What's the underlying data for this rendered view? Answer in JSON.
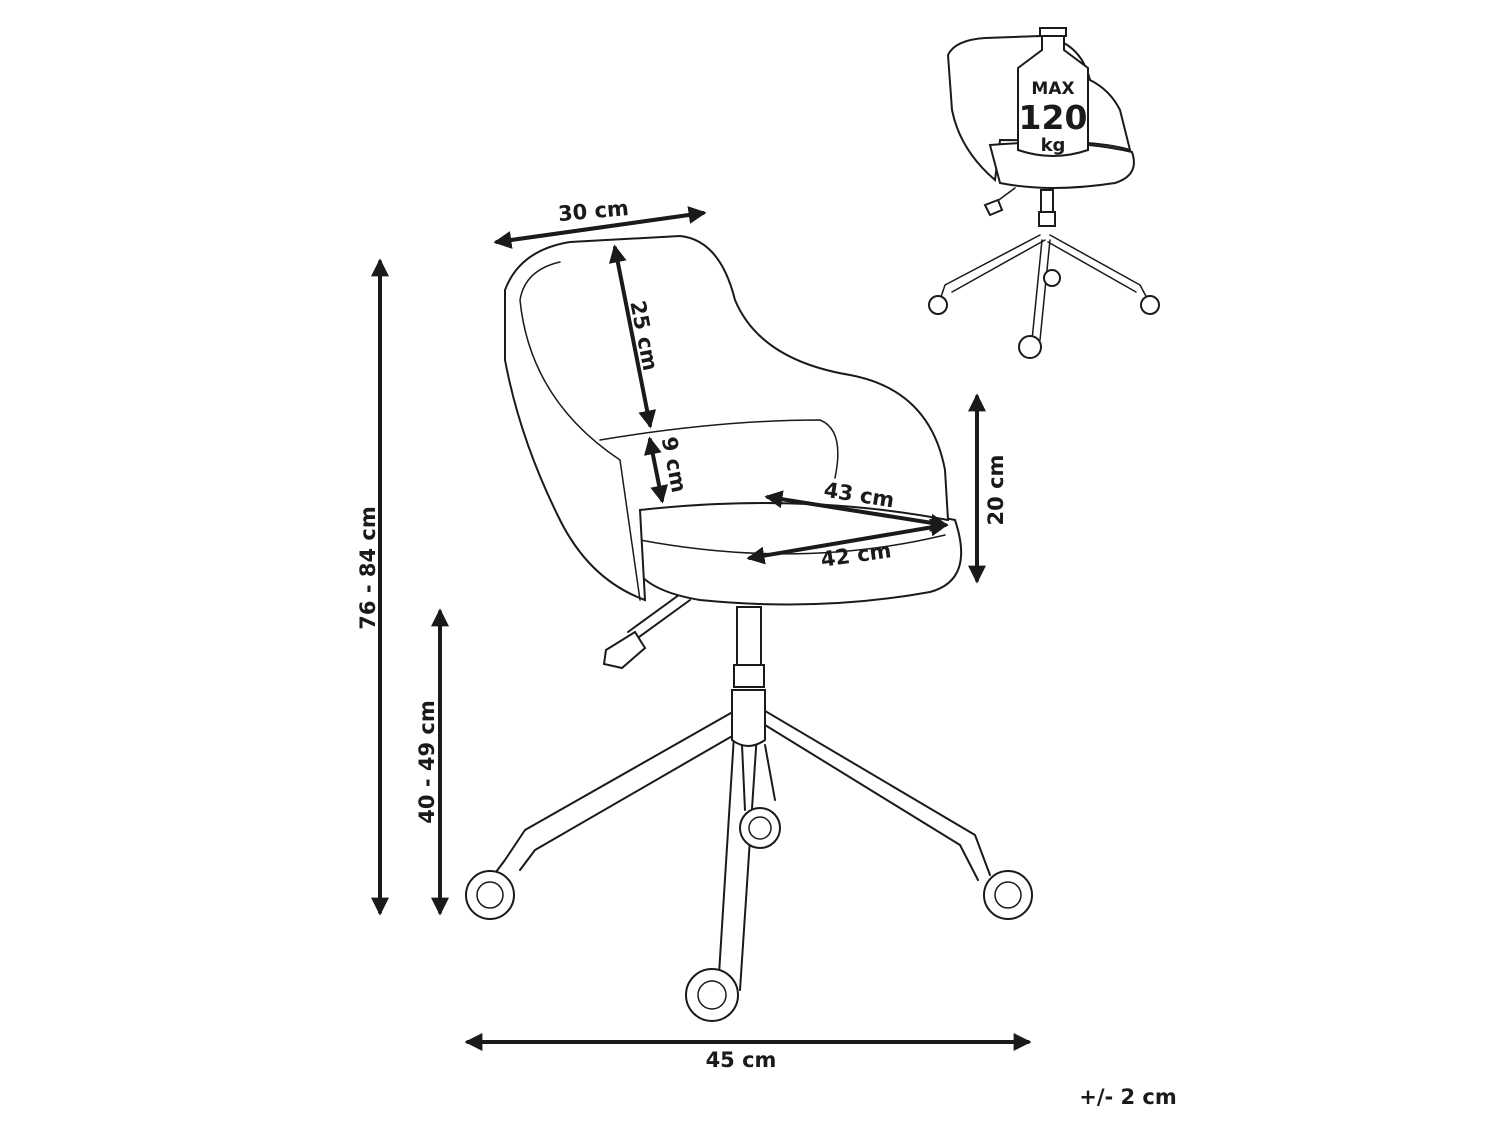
{
  "dimensions": {
    "total_height": "76 - 84 cm",
    "seat_height": "40 - 49 cm",
    "base_width": "45 cm",
    "back_width": "30 cm",
    "back_height": "25 cm",
    "back_gap": "9 cm",
    "seat_width": "43 cm",
    "seat_depth": "42 cm",
    "armrest_height": "20 cm"
  },
  "tolerance": "+/- 2 cm",
  "max_load": {
    "line1": "MAX",
    "line2": "120",
    "line3": "kg"
  }
}
